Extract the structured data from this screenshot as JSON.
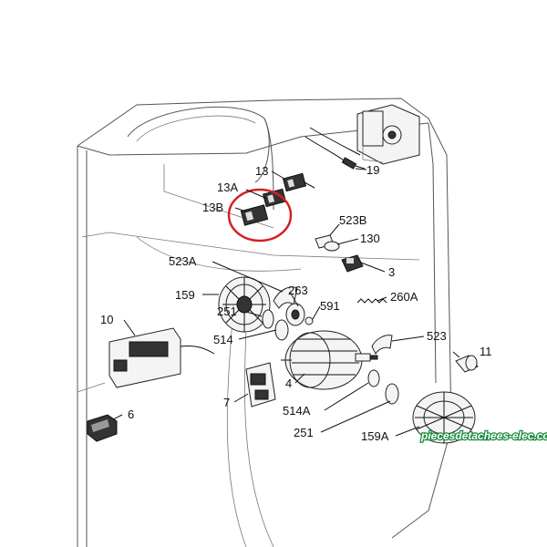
{
  "diagram": {
    "callouts": {
      "p19": "19",
      "p13": "13",
      "p13A": "13A",
      "p13B": "13B",
      "p523B": "523B",
      "p130": "130",
      "p3": "3",
      "p523A": "523A",
      "p263": "263",
      "p591": "591",
      "p260A": "260A",
      "p159": "159",
      "p10": "10",
      "p251a": "251",
      "p514": "514",
      "p523": "523",
      "p11": "11",
      "p4": "4",
      "p7": "7",
      "p514A": "514A",
      "p6": "6",
      "p251b": "251",
      "p159A": "159A"
    },
    "highlight_color": "#d42020",
    "watermark": "piecesdetachees-elec.com"
  }
}
